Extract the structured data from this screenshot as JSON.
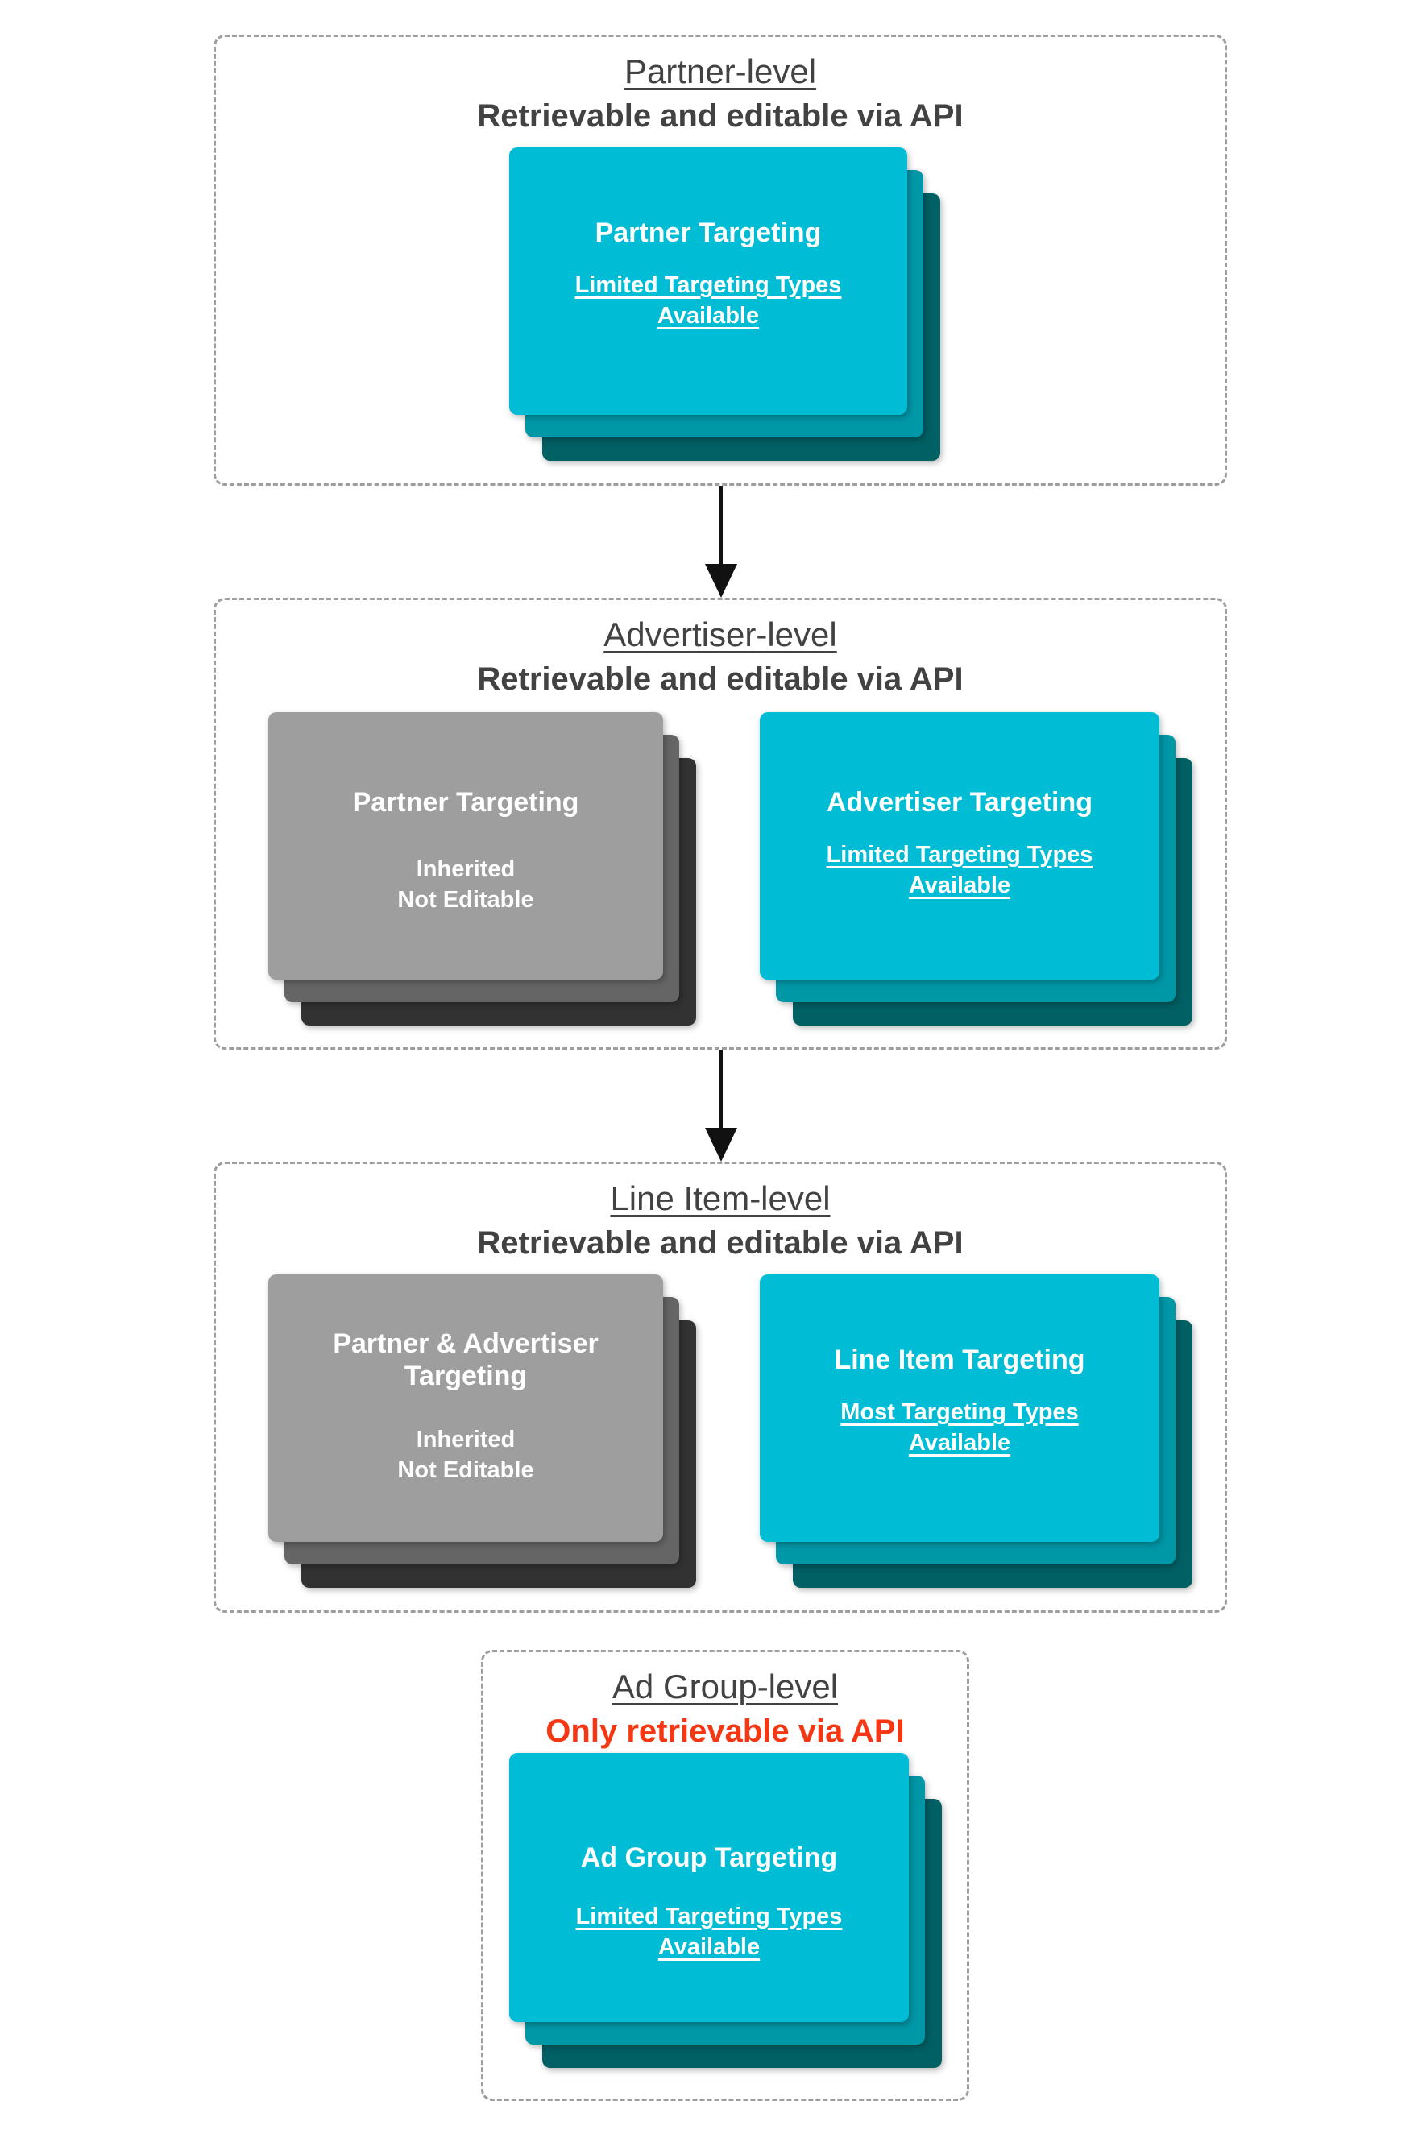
{
  "colors": {
    "background": "#ffffff",
    "heading_text": "#424242",
    "alert_text": "#f53713",
    "card_text": "#ffffff",
    "teal_card_front": "#00bcd4",
    "teal_card_middle": "#0097a7",
    "teal_card_back": "#006064",
    "gray_card_front": "#9e9e9e",
    "gray_card_middle": "#656565",
    "gray_card_back": "#323232",
    "dashed_border": "#9e9e9e",
    "arrow": "#111111"
  },
  "sections": [
    {
      "title": "Partner-level",
      "subtitle": "Retrievable and editable via API",
      "cards": [
        {
          "title": "Partner Targeting",
          "subtitle": "Limited Targeting Types\nAvailable"
        }
      ]
    },
    {
      "title": "Advertiser-level",
      "subtitle": "Retrievable and editable via API",
      "cards": [
        {
          "title": "Partner Targeting",
          "subtitle": "Inherited\nNot Editable"
        },
        {
          "title": "Advertiser Targeting",
          "subtitle": "Limited Targeting Types\nAvailable"
        }
      ]
    },
    {
      "title": "Line Item-level",
      "subtitle": "Retrievable and editable via API",
      "cards": [
        {
          "title": "Partner & Advertiser\nTargeting",
          "subtitle": "Inherited\nNot Editable"
        },
        {
          "title": "Line Item Targeting",
          "subtitle": "Most Targeting Types\nAvailable"
        }
      ]
    },
    {
      "title": "Ad Group-level",
      "subtitle": "Only retrievable via API",
      "cards": [
        {
          "title": "Ad Group Targeting",
          "subtitle": "Limited Targeting Types\nAvailable"
        }
      ]
    }
  ]
}
